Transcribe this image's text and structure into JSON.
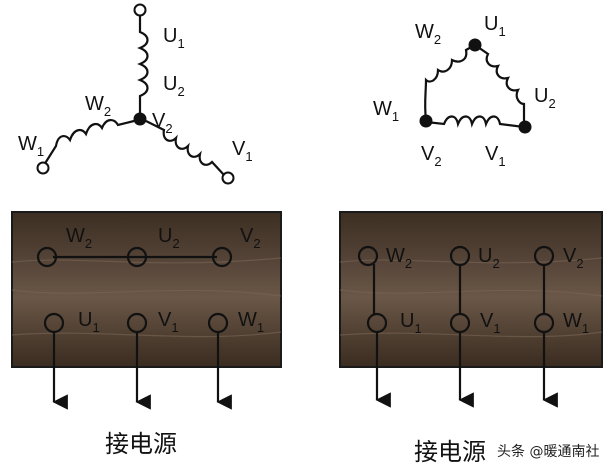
{
  "star": {
    "U": {
      "letter": "U",
      "top": "1",
      "bottom": "2"
    },
    "V": {
      "letter": "V",
      "inner": "2",
      "outer": "1"
    },
    "W": {
      "letter": "W",
      "inner": "2",
      "outer": "1"
    }
  },
  "delta": {
    "U1": {
      "letter": "U",
      "sub": "1"
    },
    "U2": {
      "letter": "U",
      "sub": "2"
    },
    "V1": {
      "letter": "V",
      "sub": "1"
    },
    "V2": {
      "letter": "V",
      "sub": "2"
    },
    "W1": {
      "letter": "W",
      "sub": "1"
    },
    "W2": {
      "letter": "W",
      "sub": "2"
    }
  },
  "board_left": {
    "top": [
      {
        "letter": "W",
        "sub": "2"
      },
      {
        "letter": "U",
        "sub": "2"
      },
      {
        "letter": "V",
        "sub": "2"
      }
    ],
    "bottom": [
      {
        "letter": "U",
        "sub": "1"
      },
      {
        "letter": "V",
        "sub": "1"
      },
      {
        "letter": "W",
        "sub": "1"
      }
    ]
  },
  "board_right": {
    "top": [
      {
        "letter": "W",
        "sub": "2"
      },
      {
        "letter": "U",
        "sub": "2"
      },
      {
        "letter": "V",
        "sub": "2"
      }
    ],
    "bottom": [
      {
        "letter": "U",
        "sub": "1"
      },
      {
        "letter": "V",
        "sub": "1"
      },
      {
        "letter": "W",
        "sub": "1"
      }
    ]
  },
  "captions": {
    "left": "接电源",
    "right": "接电源"
  },
  "watermark": "头条 @暖通南社",
  "colors": {
    "wood": "#4a3a2c",
    "wood_border": "#1a1a1a",
    "line": "#111111"
  }
}
